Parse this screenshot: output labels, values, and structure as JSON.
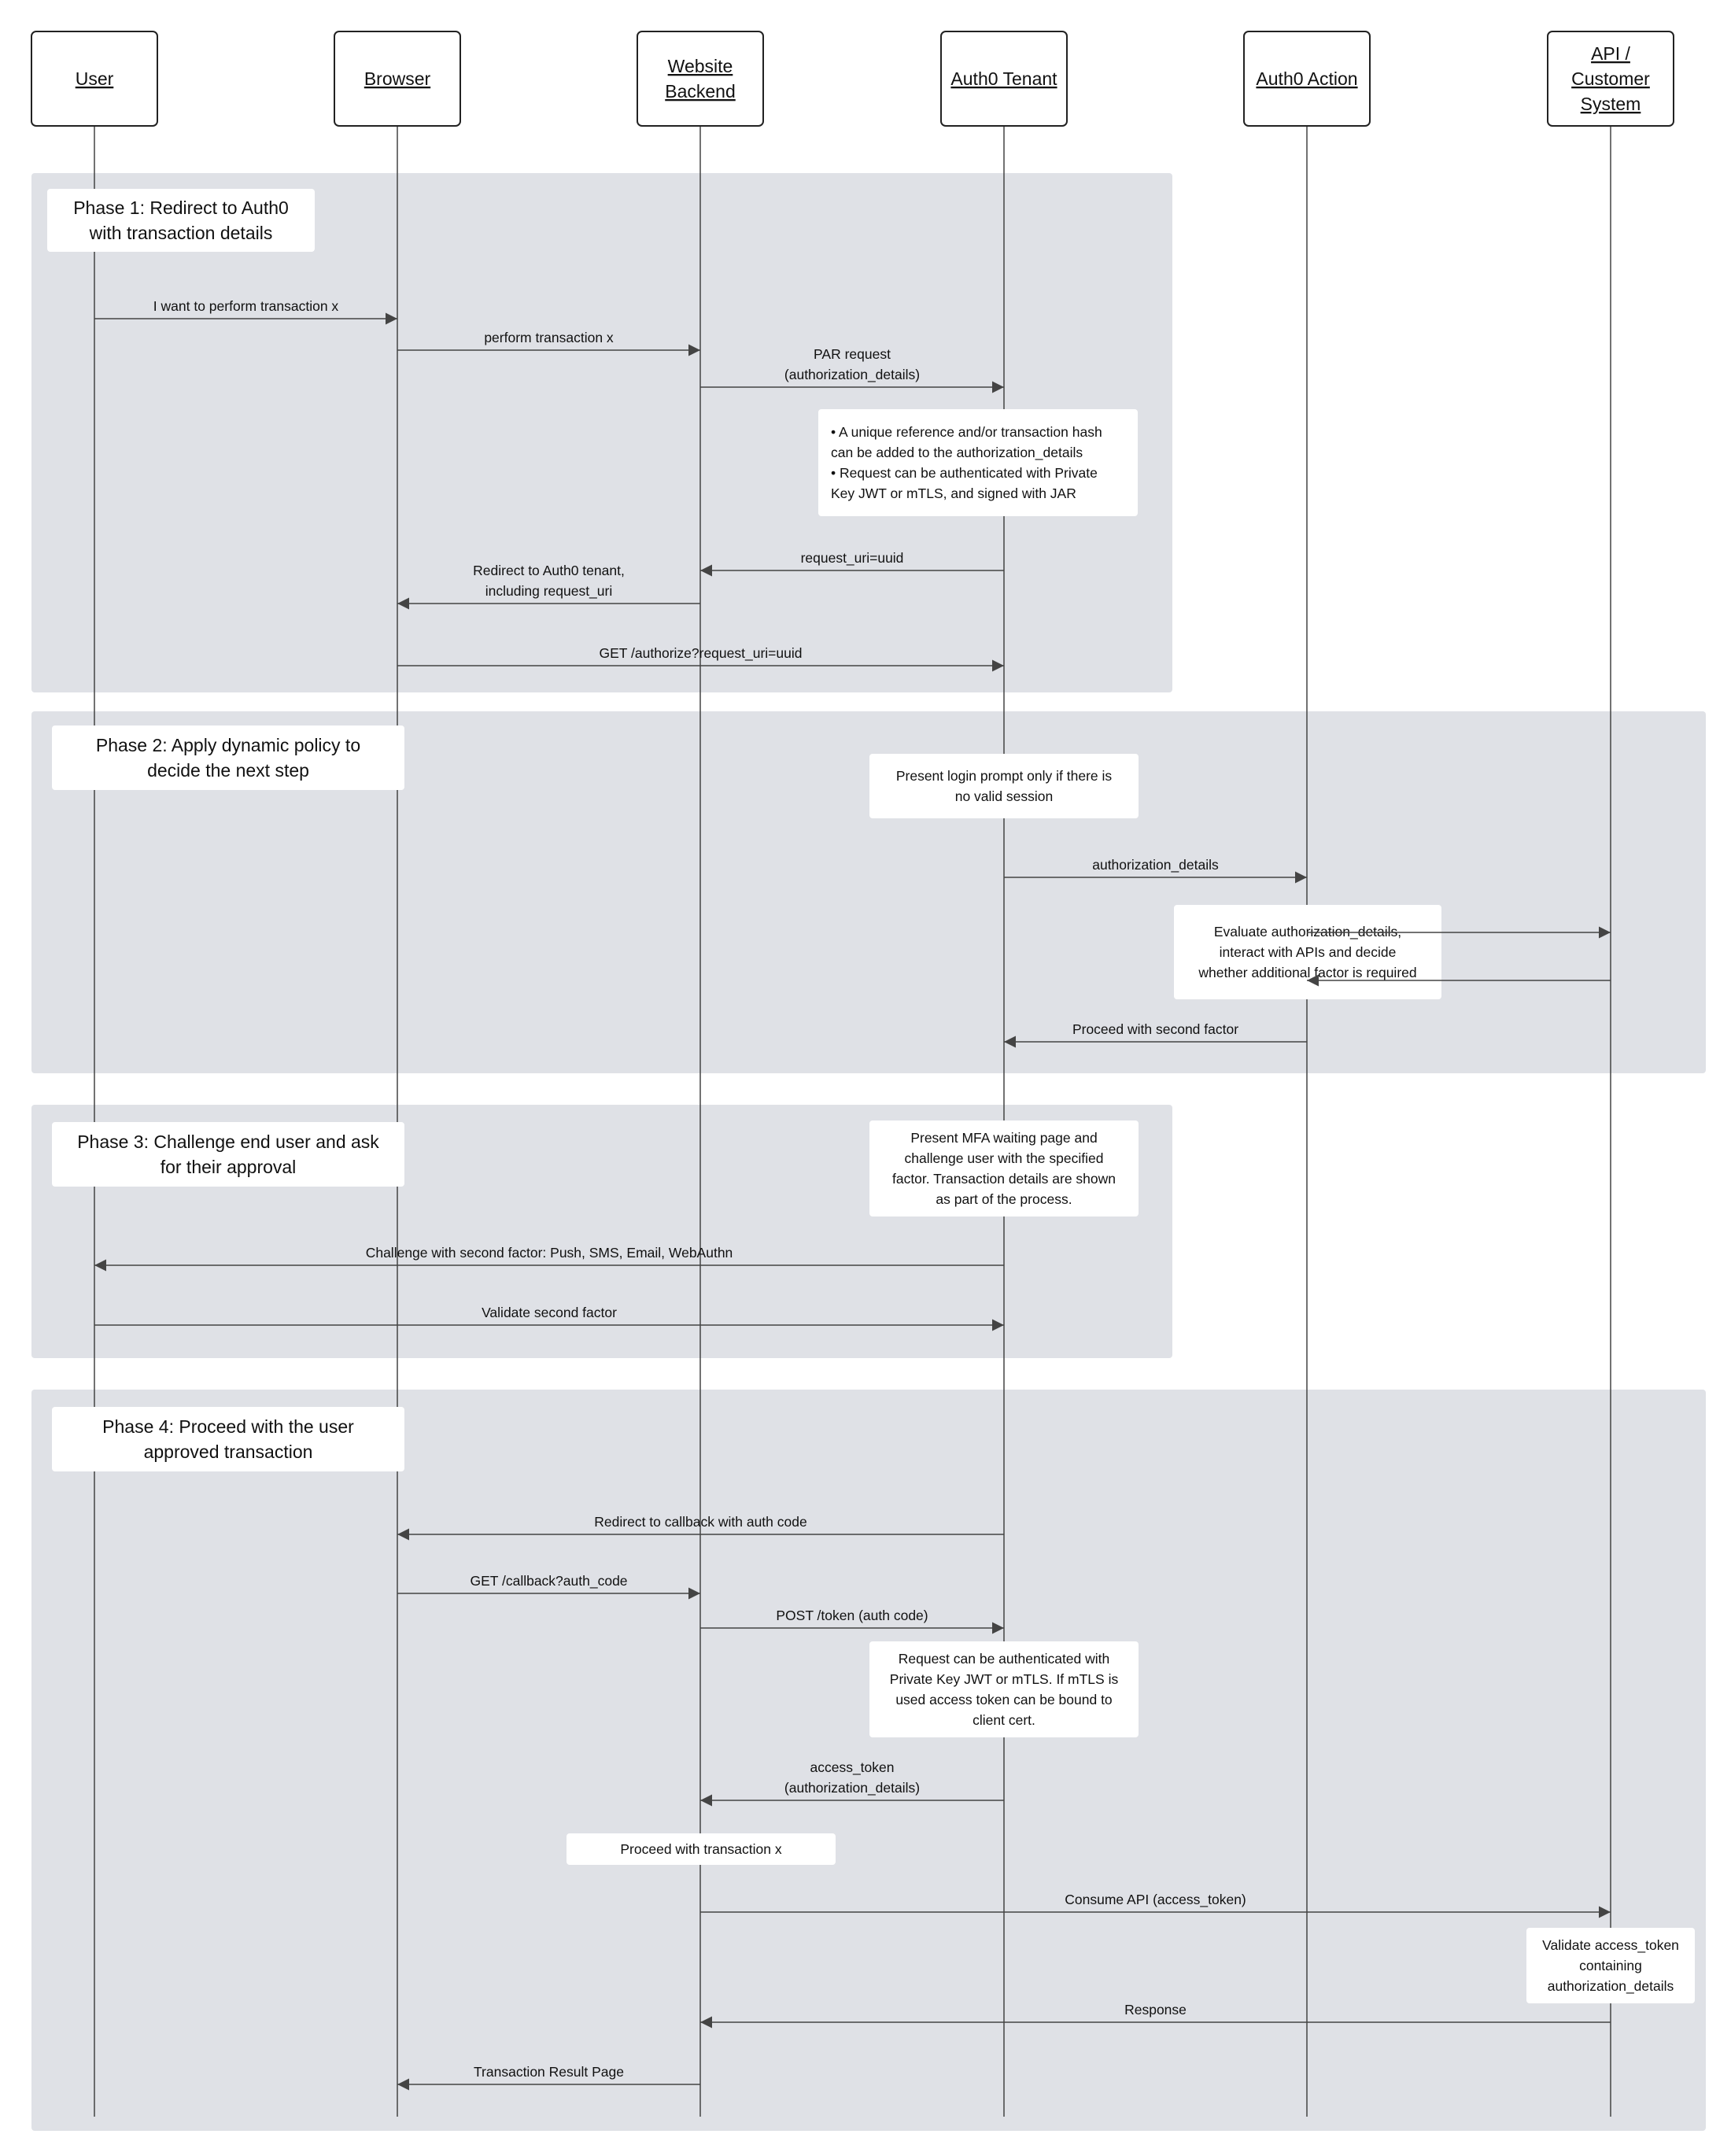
{
  "actors": [
    {
      "id": "user",
      "label": [
        "User"
      ]
    },
    {
      "id": "browser",
      "label": [
        "Browser"
      ]
    },
    {
      "id": "backend",
      "label": [
        "Website",
        "Backend"
      ]
    },
    {
      "id": "tenant",
      "label": [
        "Auth0 Tenant"
      ]
    },
    {
      "id": "action",
      "label": [
        "Auth0 Action"
      ]
    },
    {
      "id": "api",
      "label": [
        "API /",
        "Customer",
        "System"
      ]
    }
  ],
  "phases": [
    {
      "label": [
        "Phase 1: Redirect to Auth0",
        "with transaction details"
      ]
    },
    {
      "label": [
        "Phase 2: Apply dynamic policy to",
        "decide the next step"
      ]
    },
    {
      "label": [
        "Phase 3: Challenge end user and ask",
        "for their approval"
      ]
    },
    {
      "label": [
        "Phase 4: Proceed with the user",
        "approved transaction"
      ]
    }
  ],
  "messages": [
    {
      "from": "user",
      "to": "browser",
      "label": [
        "I want to perform transaction x"
      ]
    },
    {
      "from": "browser",
      "to": "backend",
      "label": [
        "perform transaction x"
      ]
    },
    {
      "from": "backend",
      "to": "tenant",
      "label": [
        "PAR request",
        "(authorization_details)"
      ]
    },
    {
      "from": "tenant",
      "to": "backend",
      "label": [
        "request_uri=uuid"
      ]
    },
    {
      "from": "backend",
      "to": "browser",
      "label": [
        "Redirect to Auth0 tenant,",
        "including request_uri"
      ]
    },
    {
      "from": "browser",
      "to": "tenant",
      "label": [
        "GET /authorize?request_uri=uuid"
      ]
    },
    {
      "from": "tenant",
      "to": "action",
      "label": [
        "authorization_details"
      ]
    },
    {
      "from": "action",
      "to": "api",
      "label": [
        ""
      ]
    },
    {
      "from": "api",
      "to": "action",
      "label": [
        ""
      ]
    },
    {
      "from": "action",
      "to": "tenant",
      "label": [
        "Proceed with second factor"
      ]
    },
    {
      "from": "tenant",
      "to": "user",
      "label": [
        "Challenge with second factor: Push, SMS, Email, WebAuthn"
      ]
    },
    {
      "from": "user",
      "to": "tenant",
      "label": [
        "Validate second factor"
      ]
    },
    {
      "from": "tenant",
      "to": "browser",
      "label": [
        "Redirect to callback with auth code"
      ]
    },
    {
      "from": "browser",
      "to": "backend",
      "label": [
        "GET /callback?auth_code"
      ]
    },
    {
      "from": "backend",
      "to": "tenant",
      "label": [
        "POST /token (auth code)"
      ]
    },
    {
      "from": "tenant",
      "to": "backend",
      "label": [
        "access_token",
        "(authorization_details)"
      ]
    },
    {
      "from": "backend",
      "to": "api",
      "label": [
        "Consume API (access_token)"
      ]
    },
    {
      "from": "api",
      "to": "backend",
      "label": [
        "Response"
      ]
    },
    {
      "from": "backend",
      "to": "browser",
      "label": [
        "Transaction Result Page"
      ]
    }
  ],
  "notes": [
    {
      "label": [
        "• A unique reference and/or transaction hash",
        "   can be added to the authorization_details",
        "• Request can be authenticated with Private",
        "   Key JWT or mTLS, and signed with JAR"
      ]
    },
    {
      "label": [
        "Present login prompt only if there is",
        "no valid session"
      ]
    },
    {
      "label": [
        "Evaluate authorization_details,",
        "interact with APIs and decide",
        "whether additional factor is required"
      ]
    },
    {
      "label": [
        "Present MFA waiting page and",
        "challenge user with the specified",
        "factor. Transaction details are shown",
        "as part of the process."
      ]
    },
    {
      "label": [
        "Request can be authenticated with",
        "Private Key JWT or mTLS. If mTLS is",
        "used access token can be bound to",
        "client cert."
      ]
    },
    {
      "label": [
        "Proceed with transaction x"
      ]
    },
    {
      "label": [
        "Validate access_token",
        "containing",
        "authorization_details"
      ]
    }
  ],
  "colors": {
    "phase_bg": "#dfe1e6",
    "line": "#444444",
    "box": "#ffffff",
    "text": "#111111"
  }
}
